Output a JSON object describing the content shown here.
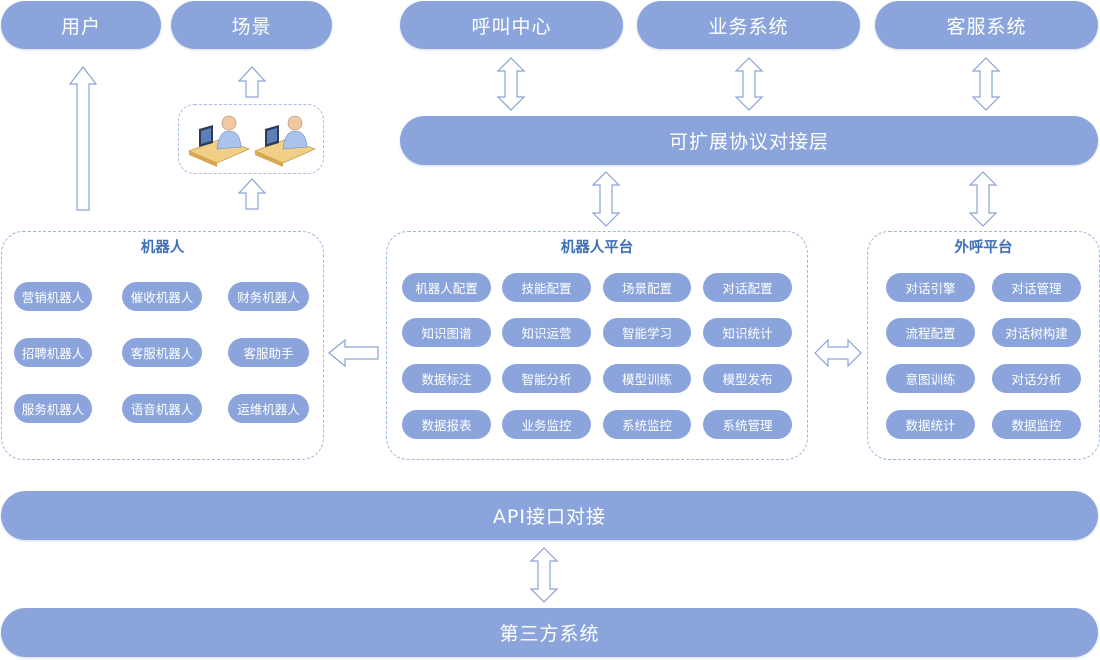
{
  "top": {
    "user": "用户",
    "scene": "场景",
    "call_center": "呼叫中心",
    "business_system": "业务系统",
    "customer_service_system": "客服系统"
  },
  "protocol_layer": "可扩展协议对接层",
  "robot_panel": {
    "title": "机器人",
    "items": [
      "营销机器人",
      "催收机器人",
      "财务机器人",
      "招聘机器人",
      "客服机器人",
      "客服助手",
      "服务机器人",
      "语音机器人",
      "运维机器人"
    ]
  },
  "platform_panel": {
    "title": "机器人平台",
    "items": [
      "机器人配置",
      "技能配置",
      "场景配置",
      "对话配置",
      "知识图谱",
      "知识运营",
      "智能学习",
      "知识统计",
      "数据标注",
      "智能分析",
      "模型训练",
      "模型发布",
      "数据报表",
      "业务监控",
      "系统监控",
      "系统管理"
    ]
  },
  "outbound_panel": {
    "title": "外呼平台",
    "items": [
      "对话引擎",
      "对话管理",
      "流程配置",
      "对话树构建",
      "意图训练",
      "对话分析",
      "数据统计",
      "数据监控"
    ]
  },
  "api_layer": "API接口对接",
  "third_party": "第三方系统"
}
